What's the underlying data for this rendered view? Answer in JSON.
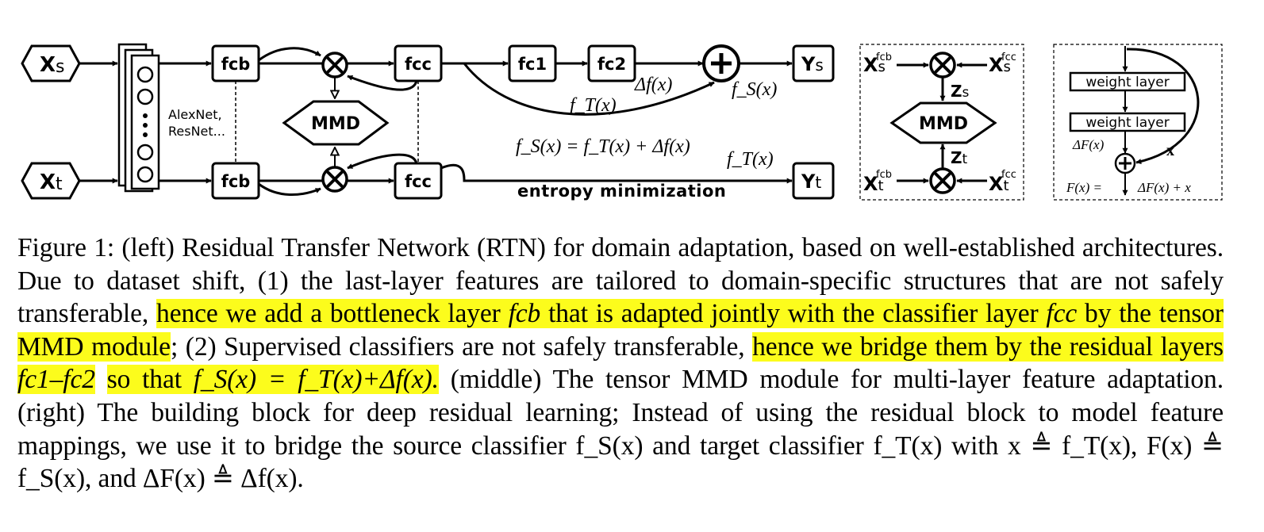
{
  "figure": {
    "left": {
      "input_source": "X",
      "input_source_sub": "s",
      "input_target": "X",
      "input_target_sub": "t",
      "backbone_label_1": "AlexNet,",
      "backbone_label_2": "ResNet...",
      "fcb": "fcb",
      "fcc": "fcc",
      "fc1": "fc1",
      "fc2": "fc2",
      "mmd": "MMD",
      "out_source": "Y",
      "out_source_sub": "s",
      "out_target": "Y",
      "out_target_sub": "t",
      "delta_f": "Δf(x)",
      "fT_x": "f_T(x)",
      "fS_x": "f_S(x)",
      "equation": "f_S(x) = f_T(x) + Δf(x)",
      "fT_x_bottom": "f_T(x)",
      "entropy": "entropy minimization"
    },
    "middle": {
      "xs": "X",
      "xs_sub": "s",
      "xs_sup": "fcb",
      "xs2_sub": "s",
      "xs2_sup": "fcc",
      "zs": "Z",
      "zs_sub": "s",
      "mmd": "MMD",
      "zt": "Z",
      "zt_sub": "t",
      "xt": "X",
      "xt_sub": "t",
      "xt_sup": "fcb",
      "xt2_sub": "t",
      "xt2_sup": "fcc"
    },
    "right": {
      "weight_layer_1": "weight layer",
      "weight_layer_2": "weight layer",
      "dF": "ΔF(x)",
      "x": "x",
      "Fx": "F(x) =",
      "dFx_plus": "ΔF(x) + x"
    }
  },
  "caption": {
    "s1": "Figure 1: (left) Residual Transfer Network (RTN) for domain adaptation, based on well-established architectures. Due to dataset shift, (1) the last-layer features are tailored to domain-specific structures that are not safely transferable,",
    "h1a": "hence we add a bottleneck layer",
    "h1b": "fcb",
    "h1c": "that is adapted jointly with the classifier layer",
    "h1d": "fcc",
    "h1e": "by the tensor MMD module",
    "s2": "; (2) Supervised classifiers are not safely transferable,",
    "h2a": "hence we bridge them by the residual layers",
    "h2b": "fc1–fc2",
    "h2c": "so that",
    "h2d": "f_S(x) = f_T(x)+Δf(x).",
    "s3": "(middle) The tensor MMD module for multi-layer feature adaptation. (right) The building block for deep residual learning; Instead of using the residual block to model feature mappings, we use it to bridge the source classifier f_S(x) and target classifier f_T(x) with x ≜ f_T(x), F(x) ≜ f_S(x), and ΔF(x) ≜ Δf(x)."
  }
}
